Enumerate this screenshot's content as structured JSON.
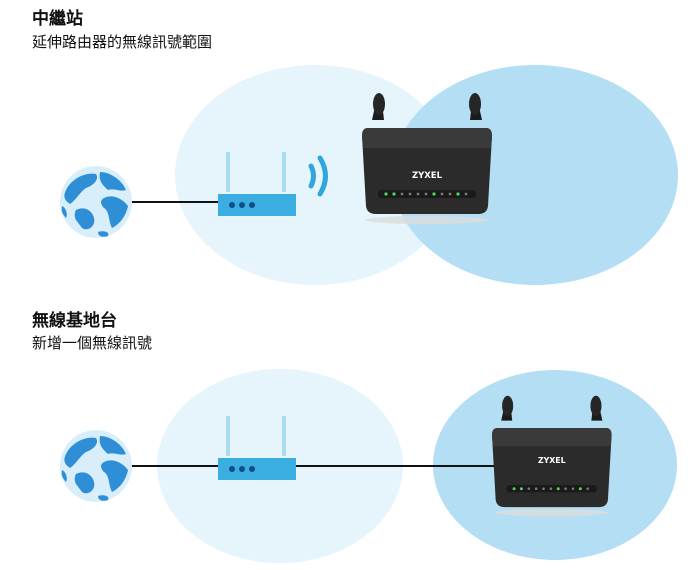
{
  "sections": [
    {
      "title": "中繼站",
      "subtitle": "延伸路由器的無線訊號範圍"
    },
    {
      "title": "無線基地台",
      "subtitle": "新增一個無線訊號"
    }
  ],
  "router_brand": "ZYXEL",
  "colors": {
    "coverage_light": "#e6f4fb",
    "coverage_strong": "#b3def4",
    "network_device": "#3aaee0",
    "globe_land": "#2e8fd6",
    "router_body": "#2b2b2b",
    "link_line": "#111111"
  },
  "icons": {
    "globe": "globe-icon",
    "wireless_signal": "wifi-signal-icon",
    "access_point": "access-point-icon",
    "router": "zyxel-router-icon"
  }
}
